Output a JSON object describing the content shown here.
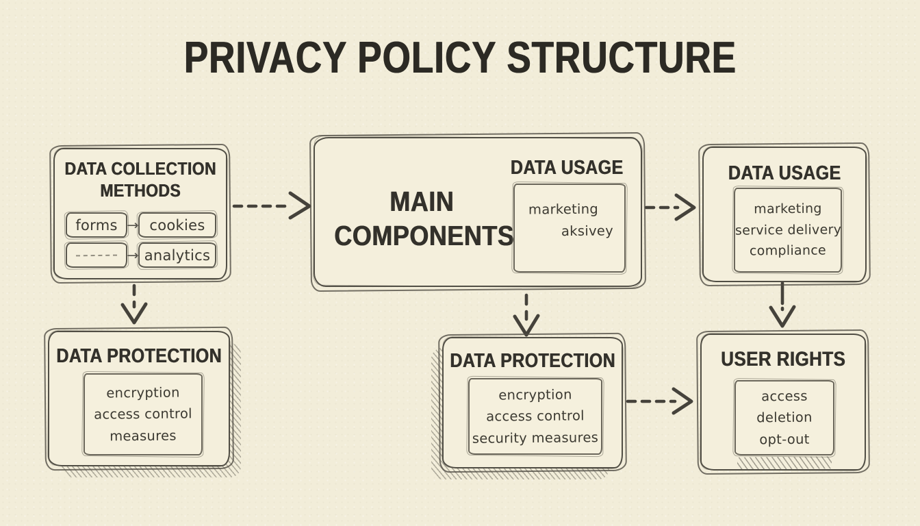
{
  "title": "PRIVACY POLICY STRUCTURE",
  "colors": {
    "background": "#f2edd9",
    "ink": "#2c2a24",
    "sketch": "#514e45",
    "arrow": "#45423b"
  },
  "nodes": {
    "data_collection": {
      "title": "DATA COLLECTION METHODS",
      "rows": [
        {
          "from": "forms",
          "to": "cookies"
        },
        {
          "from": "",
          "to": "analytics"
        }
      ]
    },
    "main_components": {
      "title": "MAIN COMPONENTS",
      "subbox": {
        "title": "DATA USAGE",
        "items": [
          "marketing",
          "aksivey"
        ]
      }
    },
    "data_usage": {
      "title": "DATA USAGE",
      "items": [
        "marketing",
        "service delivery",
        "compliance"
      ]
    },
    "data_protection_left": {
      "title": "DATA PROTECTION",
      "items": [
        "encryption",
        "access control",
        "measures"
      ]
    },
    "data_protection_center": {
      "title": "DATA PROTECTION",
      "items": [
        "encryption",
        "access control",
        "security measures"
      ]
    },
    "user_rights": {
      "title": "USER RIGHTS",
      "items": [
        "access",
        "deletion",
        "opt-out"
      ]
    }
  },
  "connections": [
    {
      "from": "data-collection-methods",
      "to": "main-components",
      "style": "dashed",
      "direction": "right"
    },
    {
      "from": "main-components",
      "to": "data-usage",
      "style": "dashed",
      "direction": "right"
    },
    {
      "from": "data-collection-methods",
      "to": "data-protection-left",
      "style": "dashed",
      "direction": "down"
    },
    {
      "from": "main-components",
      "to": "data-protection-center",
      "style": "dashed",
      "direction": "down"
    },
    {
      "from": "data-usage",
      "to": "user-rights",
      "style": "solid",
      "direction": "down"
    },
    {
      "from": "data-protection-center",
      "to": "user-rights",
      "style": "dashed",
      "direction": "right"
    }
  ],
  "chip_arrow_glyph": "→"
}
